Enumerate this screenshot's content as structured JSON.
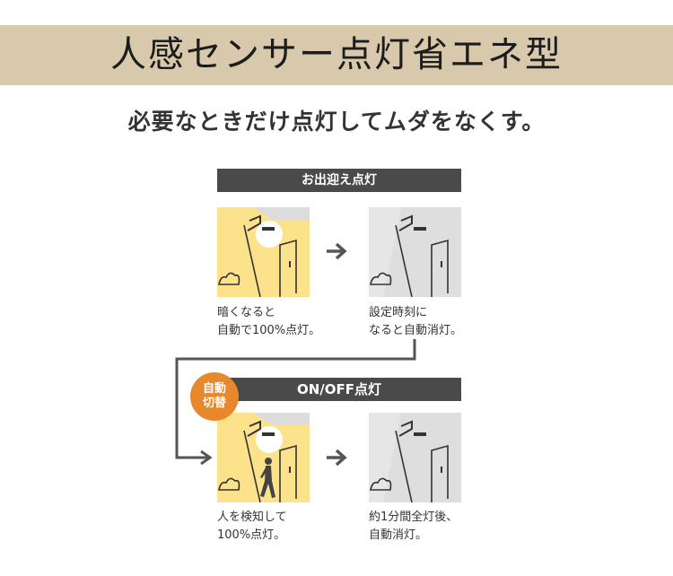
{
  "banner": {
    "title": "人感センサー点灯省エネ型"
  },
  "subtitle": "必要なときだけ点灯してムダをなくす。",
  "sections": [
    {
      "title": "お出迎え点灯"
    },
    {
      "title": "ON/OFF点灯"
    }
  ],
  "badge": {
    "line1": "自動",
    "line2": "切替"
  },
  "captions": [
    {
      "line1": "暗くなると",
      "line2": "自動で100%点灯。"
    },
    {
      "line1": "設定時刻に",
      "line2": "なると自動消灯。"
    },
    {
      "line1": "人を検知して",
      "line2": "100%点灯。"
    },
    {
      "line1": "約1分間全灯後、",
      "line2": "自動消灯。"
    }
  ],
  "colors": {
    "banner_bg": "#d8c9ad",
    "section_bar": "#4a4a4a",
    "light_on": "#fce28a",
    "light_off": "#dedede",
    "badge": "#e8882c",
    "arrow": "#555555"
  },
  "icons": [
    "right-arrow-icon",
    "flow-connector-arrow-icon",
    "wall-light-icon",
    "door-icon",
    "shrub-icon",
    "walking-person-icon"
  ]
}
